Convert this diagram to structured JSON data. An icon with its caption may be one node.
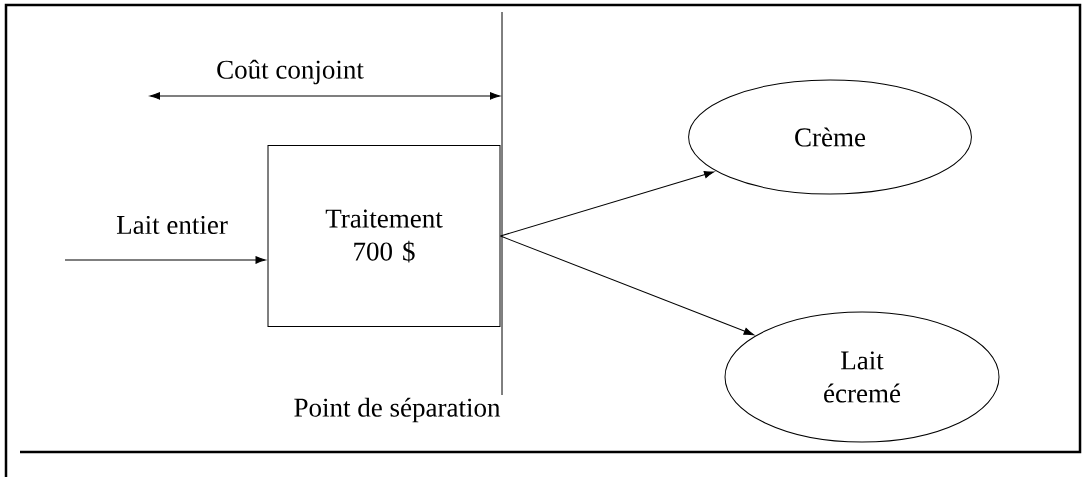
{
  "diagram": {
    "nodes": [
      {
        "text": [
          "Traitement 700 $"
        ]
      },
      {
        "text": [
          "Crème"
        ]
      },
      {
        "text": [
          "Lait écremé"
        ]
      }
    ],
    "edges": [
      {
        "from": null,
        "to": 0,
        "arrow": "to",
        "label": "Lait entier"
      },
      {
        "from": 0,
        "to": 1,
        "arrow": "to"
      },
      {
        "from": 0,
        "to": 2,
        "arrow": "to"
      }
    ],
    "labels": [
      "Coût conjoint",
      "Point de séparation"
    ]
  }
}
